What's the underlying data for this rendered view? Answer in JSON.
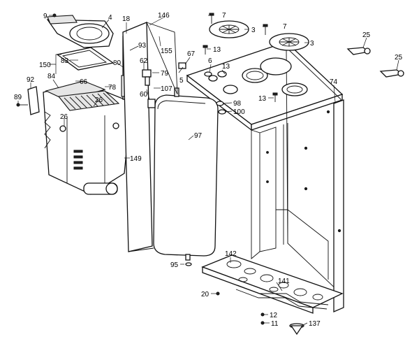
{
  "callouts": [
    {
      "id": "c9",
      "label": "9"
    },
    {
      "id": "c4",
      "label": "4"
    },
    {
      "id": "c18",
      "label": "18"
    },
    {
      "id": "c146",
      "label": "146"
    },
    {
      "id": "c7a",
      "label": "7"
    },
    {
      "id": "c7b",
      "label": "7"
    },
    {
      "id": "c3a",
      "label": "3"
    },
    {
      "id": "c3b",
      "label": "3"
    },
    {
      "id": "c25a",
      "label": "25"
    },
    {
      "id": "c25b",
      "label": "25"
    },
    {
      "id": "c155",
      "label": "155"
    },
    {
      "id": "c93",
      "label": "93"
    },
    {
      "id": "c67",
      "label": "67"
    },
    {
      "id": "c13a",
      "label": "13"
    },
    {
      "id": "c6",
      "label": "6"
    },
    {
      "id": "c13b",
      "label": "13"
    },
    {
      "id": "c150",
      "label": "150"
    },
    {
      "id": "c83",
      "label": "83"
    },
    {
      "id": "c80",
      "label": "80"
    },
    {
      "id": "c62",
      "label": "62"
    },
    {
      "id": "c79",
      "label": "79"
    },
    {
      "id": "c5",
      "label": "5"
    },
    {
      "id": "c92",
      "label": "92"
    },
    {
      "id": "c84",
      "label": "84"
    },
    {
      "id": "c66",
      "label": "66"
    },
    {
      "id": "c78",
      "label": "78"
    },
    {
      "id": "c107",
      "label": "107"
    },
    {
      "id": "c60",
      "label": "60"
    },
    {
      "id": "c13c",
      "label": "13"
    },
    {
      "id": "c74",
      "label": "74"
    },
    {
      "id": "c89",
      "label": "89"
    },
    {
      "id": "c26a",
      "label": "26"
    },
    {
      "id": "c98",
      "label": "98"
    },
    {
      "id": "c100",
      "label": "100"
    },
    {
      "id": "c26b",
      "label": "26"
    },
    {
      "id": "c97",
      "label": "97"
    },
    {
      "id": "c149",
      "label": "149"
    },
    {
      "id": "c142",
      "label": "142"
    },
    {
      "id": "c95",
      "label": "95"
    },
    {
      "id": "c141",
      "label": "141"
    },
    {
      "id": "c20",
      "label": "20"
    },
    {
      "id": "c12",
      "label": "12"
    },
    {
      "id": "c11",
      "label": "11"
    },
    {
      "id": "c137",
      "label": "137"
    }
  ]
}
